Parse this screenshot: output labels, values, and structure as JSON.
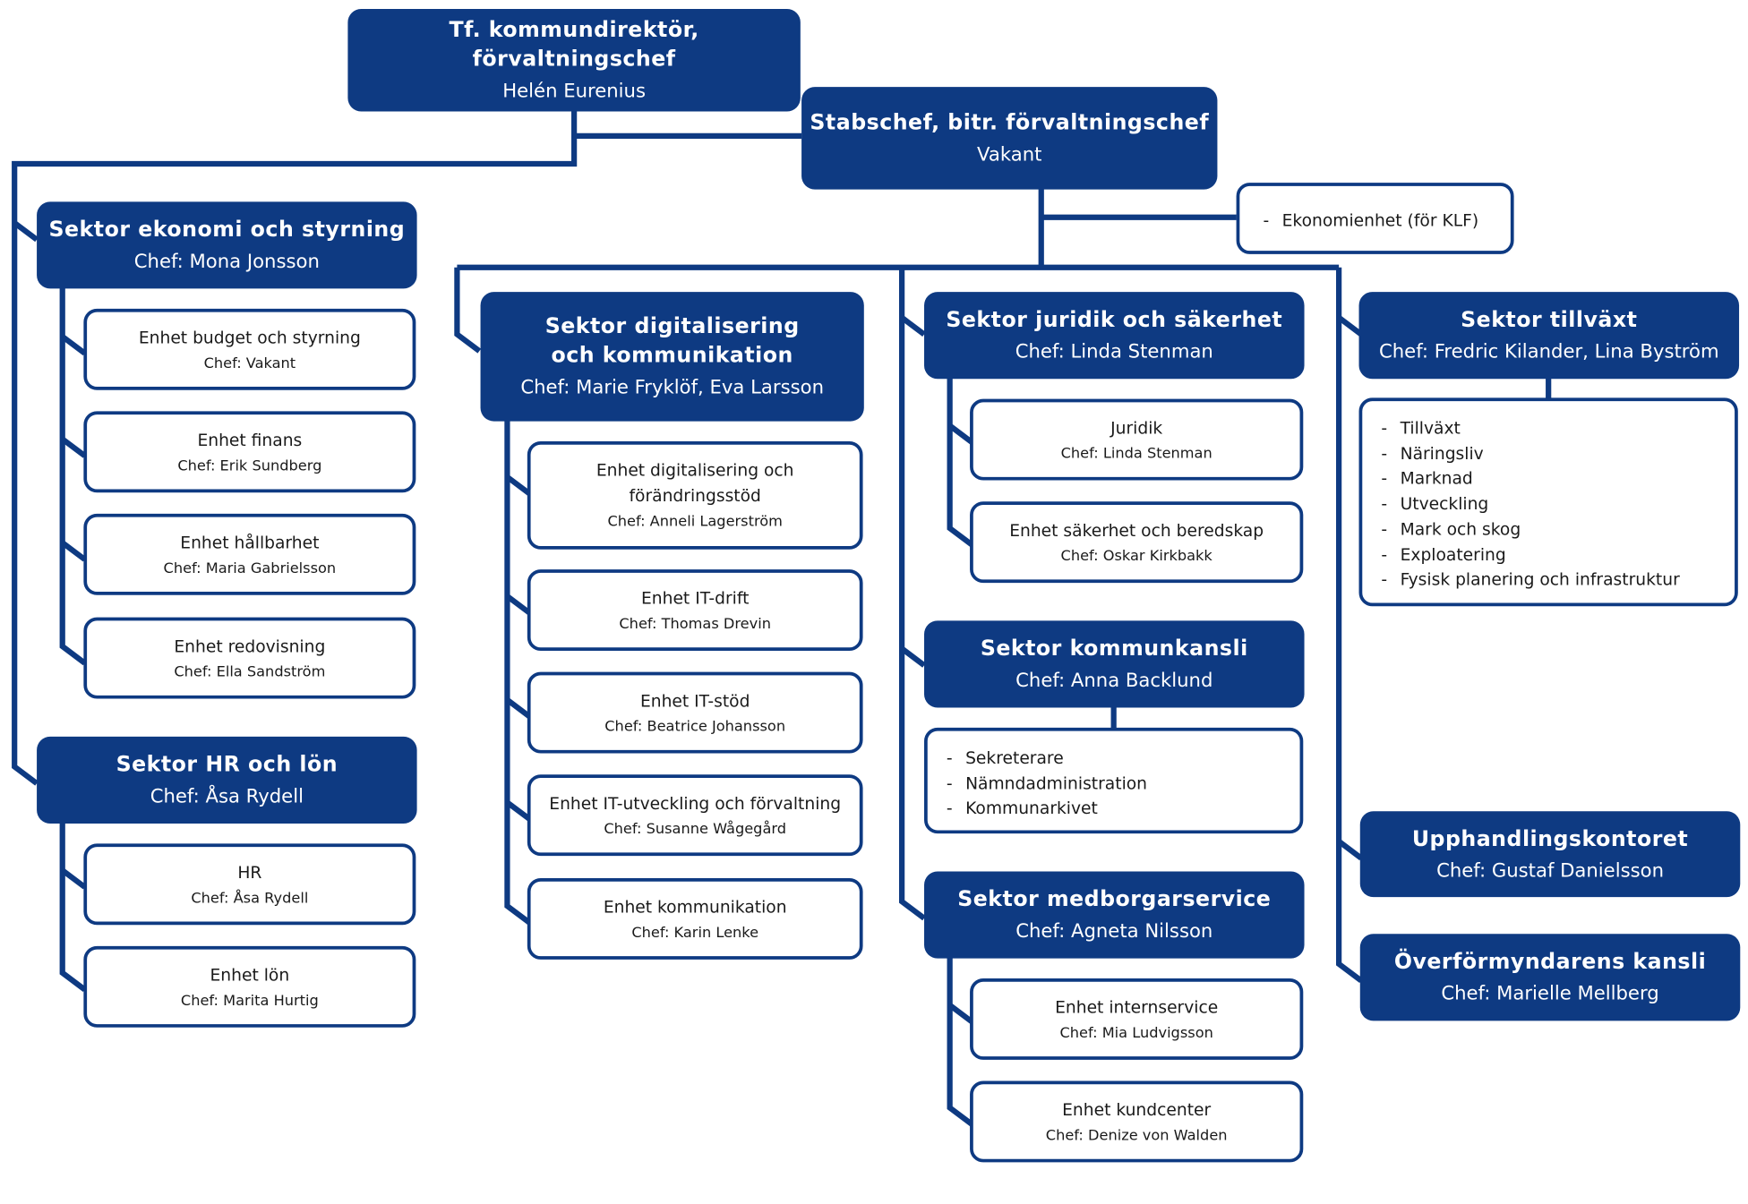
{
  "colors": {
    "primary": "#0e3a82",
    "text": "#1a1a1a",
    "background": "#ffffff"
  },
  "top": {
    "title": "Tf. kommundirektör, förvaltningschef",
    "name": "Helén Eurenius"
  },
  "staff": {
    "title": "Stabschef, bitr. förvaltningschef",
    "name": "Vakant"
  },
  "staff_unit": {
    "items": [
      "Ekonomienhet (för KLF)"
    ]
  },
  "ekonomi": {
    "title": "Sektor ekonomi och styrning",
    "chef": "Chef: Mona Jonsson",
    "units": [
      {
        "name": "Enhet budget och styrning",
        "chef": "Chef: Vakant"
      },
      {
        "name": "Enhet finans",
        "chef": "Chef: Erik Sundberg"
      },
      {
        "name": "Enhet hållbarhet",
        "chef": "Chef: Maria Gabrielsson"
      },
      {
        "name": "Enhet redovisning",
        "chef": "Chef: Ella Sandström"
      }
    ]
  },
  "hr": {
    "title": "Sektor HR och lön",
    "chef": "Chef: Åsa Rydell",
    "units": [
      {
        "name": "HR",
        "chef": "Chef: Åsa Rydell"
      },
      {
        "name": "Enhet lön",
        "chef": "Chef: Marita Hurtig"
      }
    ]
  },
  "digital": {
    "title_line1": "Sektor digitalisering",
    "title_line2": "och kommunikation",
    "chef": "Chef: Marie Fryklöf, Eva Larsson",
    "units": [
      {
        "name_line1": "Enhet digitalisering och",
        "name_line2": "förändringsstöd",
        "chef": "Chef: Anneli Lagerström"
      },
      {
        "name": "Enhet IT-drift",
        "chef": "Chef: Thomas Drevin"
      },
      {
        "name": "Enhet IT-stöd",
        "chef": "Chef: Beatrice Johansson"
      },
      {
        "name": "Enhet IT-utveckling och förvaltning",
        "chef": "Chef: Susanne Wågegård"
      },
      {
        "name": "Enhet kommunikation",
        "chef": "Chef: Karin Lenke"
      }
    ]
  },
  "juridik": {
    "title": "Sektor juridik och säkerhet",
    "chef": "Chef: Linda Stenman",
    "units": [
      {
        "name": "Juridik",
        "chef": "Chef: Linda Stenman"
      },
      {
        "name": "Enhet säkerhet och beredskap",
        "chef": "Chef: Oskar Kirkbakk"
      }
    ]
  },
  "kommunkansli": {
    "title": "Sektor kommunkansli",
    "chef": "Chef: Anna Backlund",
    "items": [
      "Sekreterare",
      "Nämndadministration",
      "Kommunarkivet"
    ]
  },
  "medborgar": {
    "title": "Sektor medborgarservice",
    "chef": "Chef: Agneta Nilsson",
    "units": [
      {
        "name": "Enhet internservice",
        "chef": "Chef: Mia Ludvigsson"
      },
      {
        "name": "Enhet kundcenter",
        "chef": "Chef: Denize von Walden"
      }
    ]
  },
  "tillvaxt": {
    "title": "Sektor tillväxt",
    "chef": "Chef: Fredric Kilander, Lina Byström",
    "items": [
      "Tillväxt",
      "Näringsliv",
      "Marknad",
      "Utveckling",
      "Mark och skog",
      "Exploatering",
      "Fysisk planering och infrastruktur"
    ]
  },
  "upphandling": {
    "title": "Upphandlingskontoret",
    "chef": "Chef: Gustaf Danielsson"
  },
  "overformyndare": {
    "title": "Överförmyndarens kansli",
    "chef": "Chef: Marielle Mellberg"
  }
}
